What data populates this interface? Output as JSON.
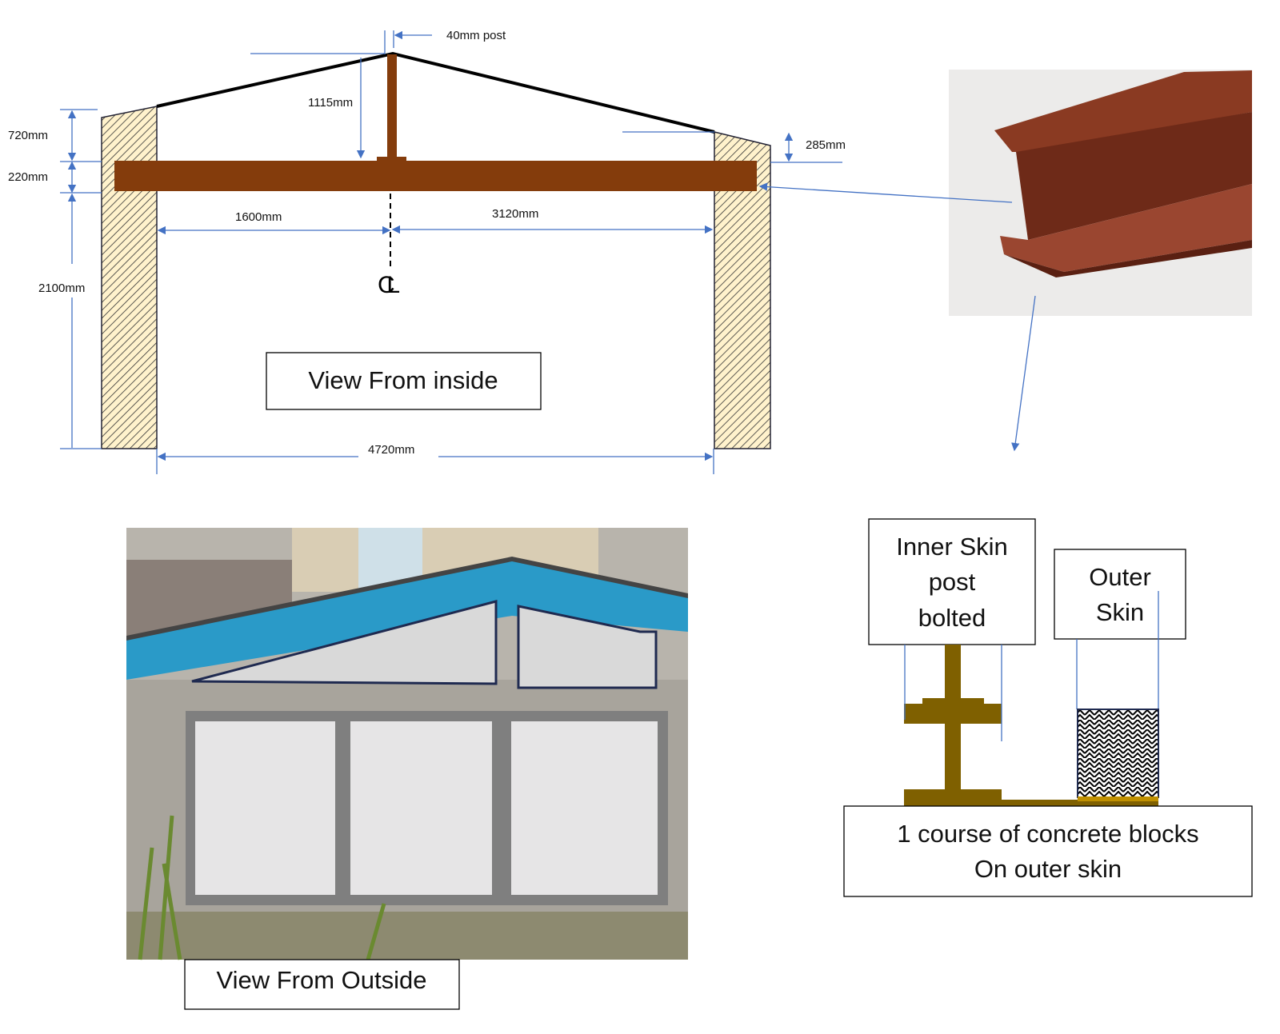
{
  "inside_view": {
    "title": "View From inside",
    "dimensions": {
      "post": "40mm post",
      "ridge_height": "1115mm",
      "left_upper": "720mm",
      "beam_depth": "220mm",
      "wall_height": "2100mm",
      "right_upper": "285mm",
      "left_span": "1600mm",
      "right_span": "3120mm",
      "total_span": "4720mm"
    },
    "centerline_label": "CL"
  },
  "outside_view": {
    "title": "View From Outside"
  },
  "detail": {
    "inner_skin_lines": [
      "Inner Skin",
      "post",
      "bolted"
    ],
    "outer_skin_lines": [
      "Outer",
      "Skin"
    ],
    "base_lines": [
      "1 course of concrete blocks",
      "On outer skin"
    ]
  },
  "colors": {
    "beam": "#843c0c",
    "post_section": "#7f6000",
    "dimension": "#4472c4",
    "wall_hatch": "#fff2cc"
  }
}
